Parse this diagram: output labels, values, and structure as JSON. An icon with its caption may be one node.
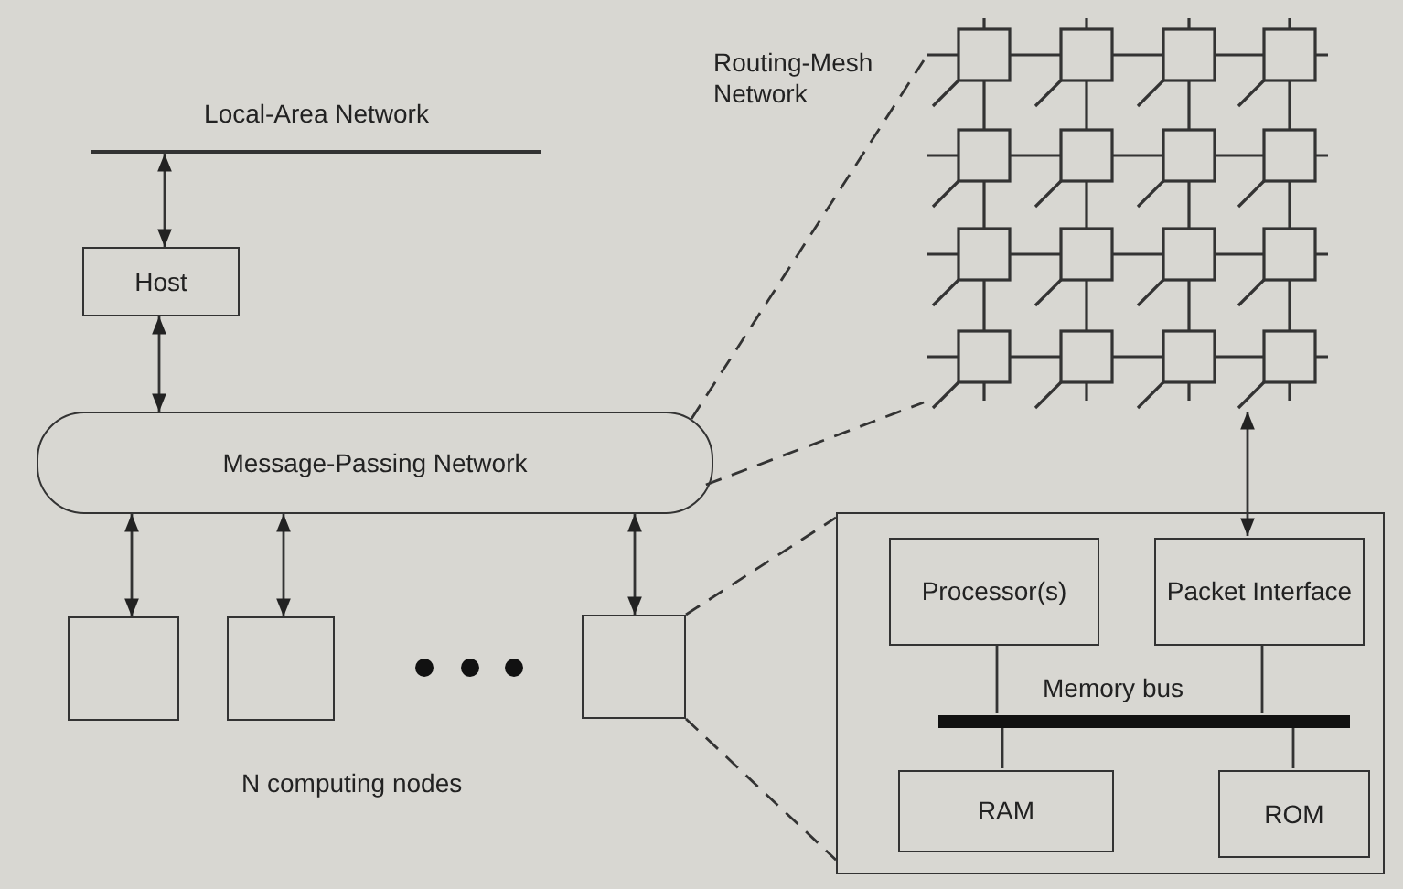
{
  "diagram": {
    "nodes": [
      {
        "text": [
          "Local-Area Network"
        ]
      },
      {
        "text": [
          "Host"
        ]
      },
      {
        "text": [
          "Message-Passing Network"
        ]
      },
      {
        "text": [],
        "shape": "box"
      },
      {
        "text": [],
        "shape": "box"
      },
      {
        "text": [],
        "shape": "box"
      },
      {
        "text": [
          "Routing-Mesh Network"
        ]
      },
      {
        "text": [],
        "shape": "box"
      },
      {
        "text": [
          "Processor(s)"
        ],
        "in": 7
      },
      {
        "text": [
          "Packet Interface"
        ],
        "in": 7
      },
      {
        "text": [],
        "shape": "bar",
        "in": 7
      },
      {
        "text": [
          "RAM"
        ],
        "in": 7
      },
      {
        "text": [
          "ROM"
        ],
        "in": 7
      }
    ],
    "edges": [
      {
        "from": 0,
        "to": 1,
        "arrow": "both"
      },
      {
        "from": 1,
        "to": 2,
        "arrow": "both"
      },
      {
        "from": 2,
        "to": 3,
        "arrow": "both"
      },
      {
        "from": 2,
        "to": 4,
        "arrow": "both"
      },
      {
        "from": 2,
        "to": 5,
        "arrow": "both"
      },
      {
        "from": 9,
        "to": 6,
        "arrow": "both"
      },
      {
        "from": 8,
        "to": 10,
        "arrow": "none"
      },
      {
        "from": 9,
        "to": 10,
        "arrow": "none"
      },
      {
        "from": 10,
        "to": 11,
        "arrow": "none"
      },
      {
        "from": 10,
        "to": 12,
        "arrow": "none"
      },
      {
        "from": 2,
        "to": 6,
        "arrow": "none",
        "style": "dashed"
      },
      {
        "from": 2,
        "to": 6,
        "arrow": "none",
        "style": "dashed"
      },
      {
        "from": 5,
        "to": 7,
        "arrow": "none",
        "style": "dashed"
      },
      {
        "from": 5,
        "to": 7,
        "arrow": "none",
        "style": "dashed"
      }
    ],
    "labels": [
      "Memory bus",
      "N computing nodes"
    ]
  }
}
